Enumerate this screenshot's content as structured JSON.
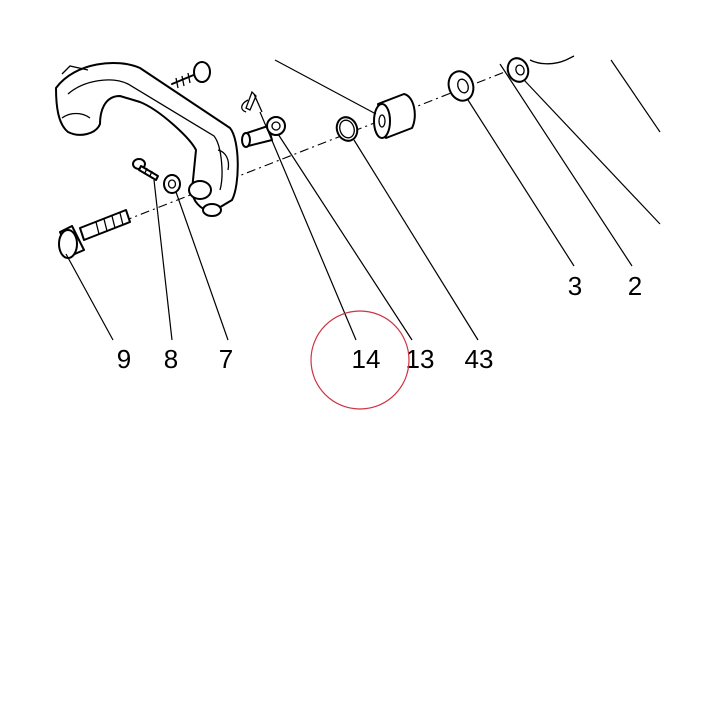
{
  "callouts": {
    "c9": "9",
    "c8": "8",
    "c7": "7",
    "c14": "14",
    "c13": "13",
    "c43": "43",
    "c3": "3",
    "c2": "2"
  },
  "highlight": {
    "target": "14",
    "color": "#cc3344"
  }
}
